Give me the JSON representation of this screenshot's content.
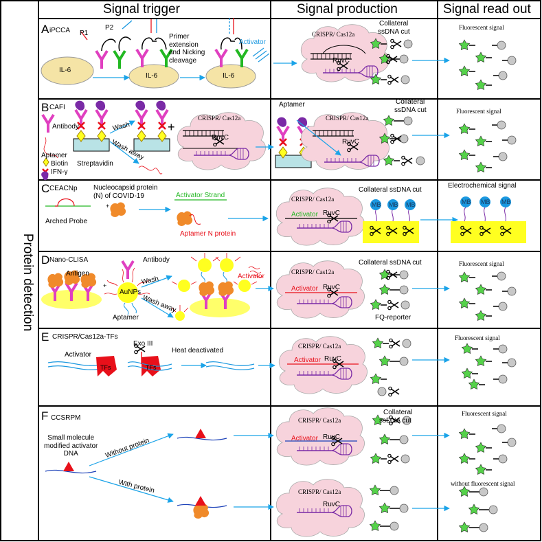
{
  "headers": {
    "trigger": "Signal trigger",
    "production": "Signal production",
    "readout": "Signal read out"
  },
  "side_label": "Protein detection",
  "common": {
    "crispr": "CRISPR/ Cas12a",
    "ruvc": "RuvC",
    "collateral": "Collateral ssDNA cut",
    "collateral_line1": "Collateral",
    "collateral_line2": "ssDNA cut",
    "fluorescent": "Fluorescent signal"
  },
  "panels": {
    "A": {
      "letter": "A",
      "name": "iPCCA",
      "p1": "P1",
      "p2": "P2",
      "il6": "IL-6",
      "primer": "Primer\nextension\nand Nicking\ncleavage",
      "activator": "Activator"
    },
    "B": {
      "letter": "B",
      "name": "CAFI",
      "antibody": "Antibody",
      "aptamer": "Aptamer",
      "biotin": "Biotin",
      "streptavidin": "Streptavidin",
      "ifn": "IFN-γ",
      "wash": "Wash",
      "wash_away": "Wash away",
      "plus": "+",
      "aptamer2": "Aptamer"
    },
    "C": {
      "letter": "C",
      "name": "CEACNp",
      "np": "Nucleocapsid protein\n(N) of COVID-19",
      "arched": "Arched Probe",
      "activator_strand": "Activator Strand",
      "aptamer_n": "Aptamer N protein",
      "activator": "Activator",
      "electro": "Electrochemical signal",
      "mb": "MB",
      "plus": "+"
    },
    "D": {
      "letter": "D",
      "name": "Nano-CLISA",
      "antibody": "Antibody",
      "antigen": "Antigen",
      "aunps": "AuNPs",
      "aptamer": "Aptamer",
      "wash": "Wash",
      "wash_away": "Wash away",
      "activator": "Activator",
      "fq": "FQ-reporter",
      "plus": "+"
    },
    "E": {
      "letter": "E",
      "name": "CRISPR/Cas12a-TFs",
      "exo": "Exo III",
      "activator": "Activator",
      "tfs": "TFs",
      "heat": "Heat deactivated"
    },
    "F": {
      "letter": "F",
      "name": "CCSRPM",
      "small_mol": "Small molecule\nmodified activator\nDNA",
      "without": "Without  protein",
      "with": "With protein",
      "without_fl": "without fluorescent signal",
      "activator": "Activator"
    }
  },
  "colors": {
    "magenta": "#e040c0",
    "green": "#22b822",
    "cloud": "#f7d3dc",
    "il6": "#f5e4a6",
    "arrow": "#1aa3e8",
    "star": "#55d24a",
    "red": "#e8101a",
    "purple": "#7a2aa6",
    "yellow": "#ffff20",
    "blue": "#1a98e0",
    "orange": "#f08a2a"
  }
}
